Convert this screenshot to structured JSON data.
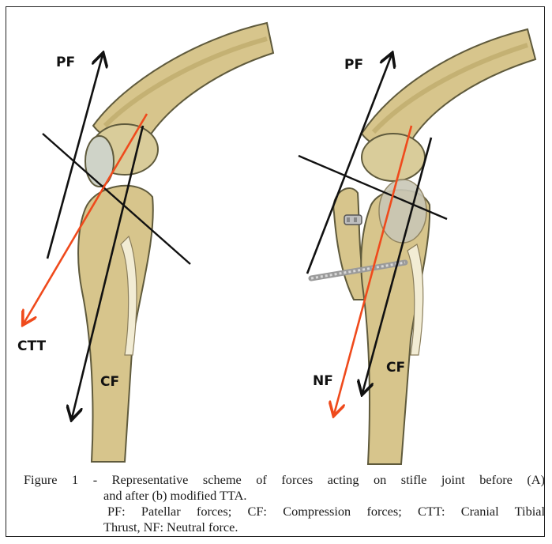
{
  "figure": {
    "panel_a": {
      "labels": {
        "pf": "PF",
        "ctt": "CTT",
        "cf": "CF"
      }
    },
    "panel_b": {
      "labels": {
        "pf": "PF",
        "nf": "NF",
        "cf": "CF"
      }
    },
    "caption": {
      "line1": "Figure 1 - Representative scheme of forces acting on stifle joint before (A)",
      "line2": "and after (b) modified TTA.",
      "line3": "PF: Patellar forces; CF: Compression forces; CTT: Cranial Tibial",
      "line4": "Thrust, NF: Neutral force."
    },
    "colors": {
      "bone": "#d7c58c",
      "bone_shadow": "#b8a463",
      "outline": "#5f5a3c",
      "force_black": "#111111",
      "force_red": "#ef4a1c"
    }
  }
}
